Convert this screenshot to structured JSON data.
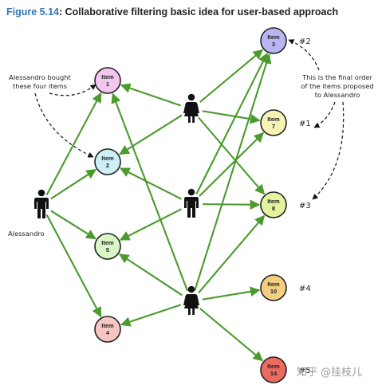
{
  "title": {
    "figure_number": "Figure 5.14",
    "caption": ": Collaborative filtering basic idea for user-based approach"
  },
  "items": [
    {
      "id": "item1",
      "line1": "Item",
      "line2": "1",
      "color": "#f3c6f0"
    },
    {
      "id": "item2",
      "line1": "Item",
      "line2": "2",
      "color": "#cdf0f6"
    },
    {
      "id": "item5",
      "line1": "Item",
      "line2": "5",
      "color": "#d9f6c6"
    },
    {
      "id": "item4",
      "line1": "Item",
      "line2": "4",
      "color": "#f6c7c2"
    },
    {
      "id": "item3",
      "line1": "Item",
      "line2": "3",
      "color": "#b7b5f2"
    },
    {
      "id": "item7",
      "line1": "Item",
      "line2": "7",
      "color": "#f5f4b4"
    },
    {
      "id": "item8",
      "line1": "Item",
      "line2": "8",
      "color": "#e4f49c"
    },
    {
      "id": "item10",
      "line1": "Item",
      "line2": "10",
      "color": "#f4cf83"
    },
    {
      "id": "item14",
      "line1": "Item",
      "line2": "14",
      "color": "#ec6a60"
    }
  ],
  "ranks": [
    "#2",
    "#1",
    "#3",
    "#4",
    "#5"
  ],
  "users": {
    "alessandro_label": "Alessandro"
  },
  "annotations": {
    "left": [
      "Alessandro bought",
      "these four items"
    ],
    "right": [
      "This is the final order",
      "of the items proposed",
      "to Alessandro"
    ]
  },
  "watermark": "知乎 @挂枝儿",
  "colors": {
    "edge": "#4a9a2c",
    "figure_number": "#2f77b4"
  }
}
